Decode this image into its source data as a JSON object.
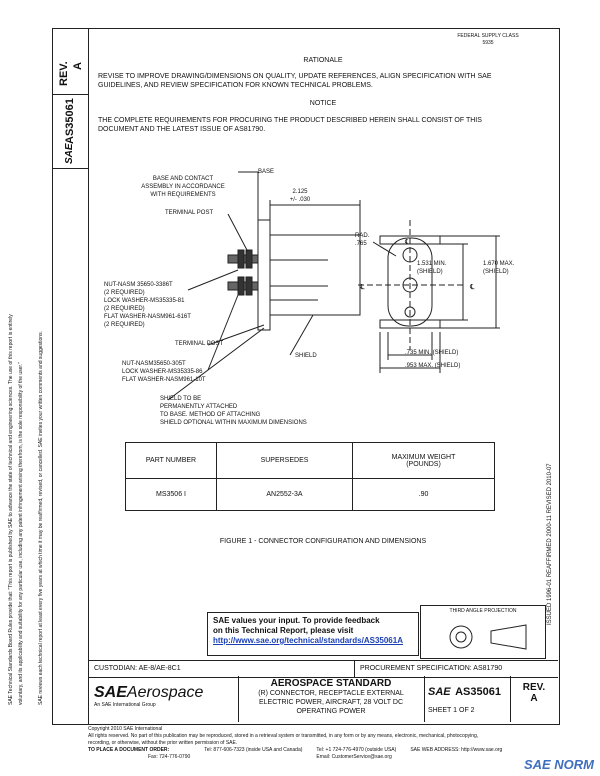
{
  "header": {
    "stamp_line1": "FEDERAL SUPPLY CLASS",
    "stamp_line2": "5935"
  },
  "left_column": {
    "rev_label": "REV.",
    "rev_value": "A",
    "standard_number": "AS35061",
    "sae_mark": "SAE"
  },
  "side_text": {
    "line1": "SAE Technical Standards Board Rules provide that: \"This report is published by SAE to advance the state of technical and engineering sciences. The use of this report is entirely",
    "line2": "voluntary, and its applicability and suitability for any particular use, including any patent infringement arising therefrom, is the sole responsibility of the user.\"",
    "line3": "SAE reviews each technical report at least every five years at which time it may be reaffirmed, revised, or cancelled. SAE invites your written comments and suggestions."
  },
  "right_side_text": "ISSUED 1996-01     REAFFIRMED 2000-11     REVISED 2010-07",
  "rationale": {
    "heading": "RATIONALE",
    "body_line1": "REVISE TO IMPROVE DRAWING/DIMENSIONS ON QUALITY, UPDATE REFERENCES, ALIGN SPECIFICATION WITH SAE",
    "body_line2": "GUIDELINES, AND REVIEW SPECIFICATION FOR KNOWN TECHNICAL PROBLEMS."
  },
  "notice": {
    "heading": "NOTICE",
    "body_line1": "THE COMPLETE REQUIREMENTS FOR PROCURING THE PRODUCT DESCRIBED HEREIN SHALL CONSIST OF THIS",
    "body_line2": "DOCUMENT AND THE LATEST ISSUE OF AS81790."
  },
  "drawing_labels": {
    "base": "BASE",
    "base_contact_1": "BASE AND CONTACT",
    "base_contact_2": "ASSEMBLY IN ACCORDANCE",
    "base_contact_3": "WITH REQUIREMENTS",
    "terminal_post_top": "TERMINAL POST",
    "dim_2125": "2.125",
    "dim_2125_tol": "+/- .030",
    "nut_1": "NUT-NASM 35650-3386T",
    "nut_2": "(2 REQUIRED)",
    "nut_3": "LOCK WASHER-MS35335-81",
    "nut_4": "(2 REQUIRED)",
    "nut_5": "FLAT WASHER-NASM961-616T",
    "nut_6": "(2 REQUIRED)",
    "terminal_post_bottom": "TERMINAL POST",
    "nut2_1": "NUT-NASM35650-305T",
    "nut2_2": "LOCK WASHER-MS35335-86",
    "nut2_3": "FLAT WASHER-NASM961-10T",
    "shield": "SHIELD",
    "shield_note_1": "SHIELD TO BE",
    "shield_note_2": "PERMANENTLY ATTACHED",
    "shield_note_3": "TO BASE.  METHOD OF ATTACHING",
    "shield_note_4": "SHIELD OPTIONAL WITHIN MAXIMUM DIMENSIONS",
    "rad_1": "RAD.",
    "rad_2": ".765",
    "cl_1": "℄",
    "dim_1531_1": "1.531 MIN.",
    "dim_1531_2": "(SHIELD)",
    "dim_1670_1": "1.670 MAX.",
    "dim_1670_2": "(SHIELD)",
    "dim_735": ".735 MIN. (SHIELD)",
    "dim_953": ".953 MAX. (SHIELD)"
  },
  "parts_table": {
    "headers": [
      "PART NUMBER",
      "SUPERSEDES",
      "MAXIMUM WEIGHT\n(POUNDS)"
    ],
    "rows": [
      [
        "MS3506 I",
        "AN2552-3A",
        ".90"
      ]
    ]
  },
  "figure_caption": "FIGURE 1 - CONNECTOR CONFIGURATION AND DIMENSIONS",
  "projection_label": "THIRD ANGLE PROJECTION",
  "feedback": {
    "line1": "SAE values your input. To provide feedback",
    "line2": "on this Technical Report, please visit",
    "link": "http://www.sae.org/technical/standards/AS35061A"
  },
  "title_block": {
    "custodian": "CUSTODIAN: AE-8/AE-8C1",
    "procurement": "PROCUREMENT SPECIFICATION: AS81790",
    "sae_aerospace": "Aerospace",
    "sae_sub": "An SAE International Group",
    "title_main": "AEROSPACE STANDARD",
    "title_line1": "(R) CONNECTOR, RECEPTACLE EXTERNAL",
    "title_line2": "ELECTRIC POWER, AIRCRAFT, 28 VOLT DC",
    "title_line3": "OPERATING POWER",
    "doc_number": "AS35061",
    "sheet": "SHEET 1 OF 2",
    "rev_label": "REV.",
    "rev_value": "A"
  },
  "footer": {
    "copyright": "Copyright 2010 SAE International",
    "rights_1": "All rights reserved. No part of this publication may be reproduced, stored in a retrieval system or transmitted, in any form or by any means, electronic, mechanical, photocopying,",
    "rights_2": "recording, or otherwise, without the prior written permission of SAE.",
    "order_label": "TO PLACE A DOCUMENT ORDER:",
    "tel_1": "Tel: 877-606-7323 (inside USA and Canada)",
    "tel_2": "Tel: +1 724-776-4970 (outside USA)",
    "fax": "Fax: 724-776-0790",
    "email": "Email: CustomerService@sae.org",
    "web": "SAE WEB ADDRESS: http://www.sae.org",
    "watermark": "SAE NORM"
  }
}
